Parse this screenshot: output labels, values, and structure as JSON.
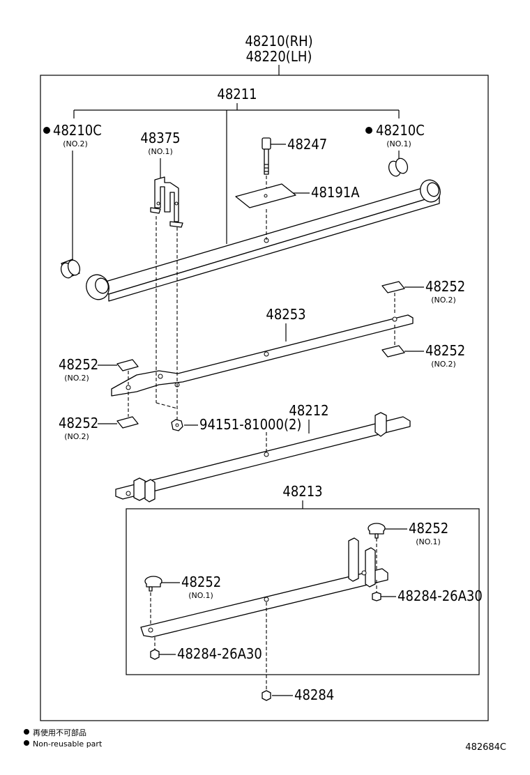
{
  "assembly": {
    "rh": "48210(RH)",
    "lh": "48220(LH)"
  },
  "parts": {
    "p48211": "48211",
    "bushing_left": {
      "code": "48210C",
      "sub": "(NO.2)"
    },
    "bushing_right": {
      "code": "48210C",
      "sub": "(NO.1)"
    },
    "p48375": {
      "code": "48375",
      "sub": "(NO.1)"
    },
    "p48247": "48247",
    "p48191A": "48191A",
    "p48252_r1": {
      "code": "48252",
      "sub": "(NO.2)"
    },
    "p48252_r2": {
      "code": "48252",
      "sub": "(NO.2)"
    },
    "p48253": "48253",
    "p48252_l1": {
      "code": "48252",
      "sub": "(NO.2)"
    },
    "p48252_l2": {
      "code": "48252",
      "sub": "(NO.2)"
    },
    "p94151": "94151-81000(2)",
    "p48212": "48212",
    "p48213": "48213",
    "p48252_n1a": {
      "code": "48252",
      "sub": "(NO.1)"
    },
    "p48252_n1b": {
      "code": "48252",
      "sub": "(NO.1)"
    },
    "p48284_26A30_a": "48284-26A30",
    "p48284_26A30_b": "48284-26A30",
    "p48284": "48284"
  },
  "legend": {
    "jp": "再使用不可部品",
    "en": "Non-reusable part"
  },
  "diagram_code": "482684C"
}
